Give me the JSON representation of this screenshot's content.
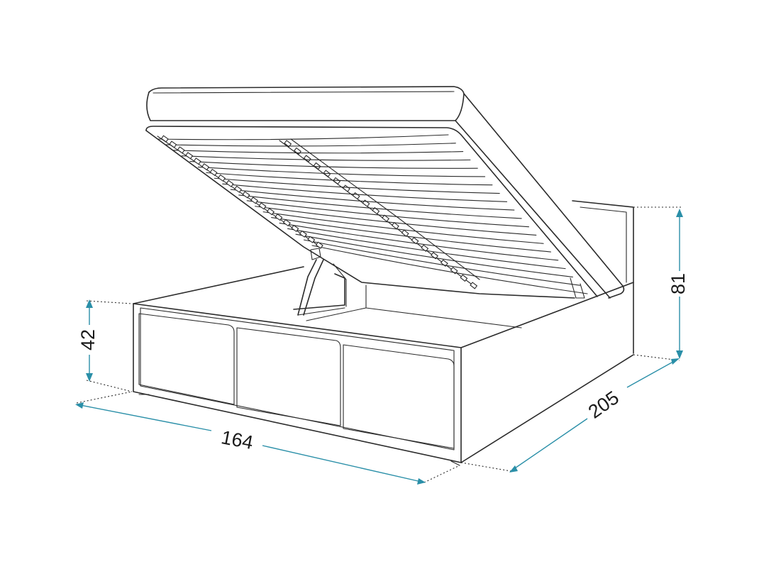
{
  "colors": {
    "accent": "#2a8fa8",
    "stroke": "#2b2b2b"
  },
  "dimensions": {
    "width": "164",
    "length": "205",
    "height_headboard": "81",
    "height_frame": "42"
  }
}
